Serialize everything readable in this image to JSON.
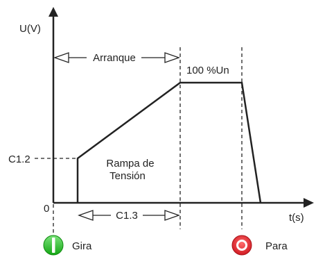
{
  "axes": {
    "y_label": "U(V)",
    "x_label": "t(s)",
    "origin": "0"
  },
  "levels": {
    "c12": "C1.2"
  },
  "annotations": {
    "arranque": "Arranque",
    "full_voltage": "100 %Un",
    "ramp_line1": "Rampa de",
    "ramp_line2": "Tensión",
    "c13": "C1.3"
  },
  "controls": {
    "start_label": "Gira",
    "stop_label": "Para",
    "start_color": "#1fc31f",
    "stop_color": "#e3262d"
  },
  "colors": {
    "line": "#222222"
  }
}
